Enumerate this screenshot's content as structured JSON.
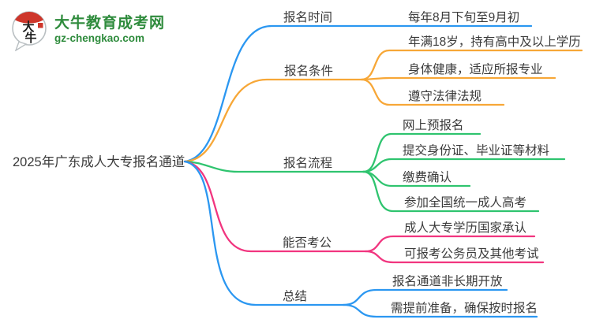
{
  "brand": {
    "name": "大牛教育成考网",
    "domain": "gz-chengkao.com",
    "icon_char_top": "大",
    "icon_char_bottom": "牛",
    "green": "#2e8b3c",
    "red": "#ce362b"
  },
  "colors": {
    "blue": "#2b97f1",
    "orange": "#f7a737",
    "green": "#2fc46f",
    "pink": "#f1357f",
    "text": "#3b3b3b"
  },
  "mindmap": {
    "root": "2025年广东成人大专报名通道",
    "branches": [
      {
        "label": "报名时间",
        "color": "#2b97f1",
        "children": [
          "每年8月下旬至9月初"
        ]
      },
      {
        "label": "报名条件",
        "color": "#f7a737",
        "children": [
          "年满18岁，持有高中及以上学历",
          "身体健康，适应所报专业",
          "遵守法律法规"
        ]
      },
      {
        "label": "报名流程",
        "color": "#2fc46f",
        "children": [
          "网上预报名",
          "提交身份证、毕业证等材料",
          "缴费确认",
          "参加全国统一成人高考"
        ]
      },
      {
        "label": "能否考公",
        "color": "#f1357f",
        "children": [
          "成人大专学历国家承认",
          "可报考公务员及其他考试"
        ]
      },
      {
        "label": "总结",
        "color": "#2b97f1",
        "children": [
          "报名通道非长期开放",
          "需提前准备，确保按时报名"
        ]
      }
    ]
  }
}
